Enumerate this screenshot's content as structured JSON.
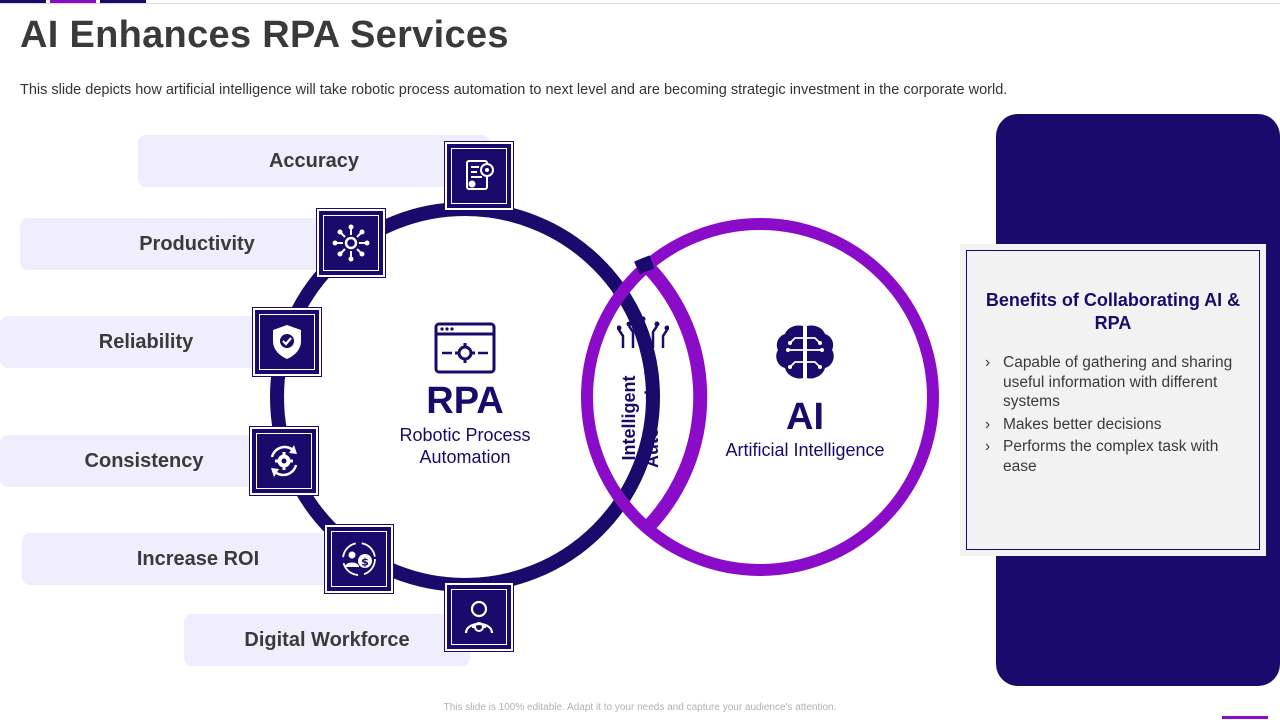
{
  "header": {
    "title": "AI Enhances RPA Services",
    "subtitle": "This slide depicts how artificial intelligence will take robotic process automation to next level and are becoming strategic investment in the corporate world."
  },
  "benefits_list": [
    {
      "label": "Accuracy",
      "icon": "accuracy-document-icon"
    },
    {
      "label": "Productivity",
      "icon": "network-gear-icon"
    },
    {
      "label": "Reliability",
      "icon": "shield-check-icon"
    },
    {
      "label": "Consistency",
      "icon": "refresh-gear-icon"
    },
    {
      "label": "Increase ROI",
      "icon": "people-dollar-icon"
    },
    {
      "label": "Digital Workforce",
      "icon": "robot-worker-icon"
    }
  ],
  "venn": {
    "rpa": {
      "abbr": "RPA",
      "full": "Robotic Process Automation",
      "icon": "browser-gear-icon"
    },
    "ai": {
      "abbr": "AI",
      "full": "Artificial Intelligence",
      "icon": "brain-circuit-icon"
    },
    "overlap": {
      "label": "Intelligent Automation",
      "icon": "circuit-icon"
    }
  },
  "card": {
    "title": "Benefits of Collaborating AI & RPA",
    "points": [
      "Capable of gathering and sharing useful information with different systems",
      "Makes better decisions",
      "Performs the complex task with ease"
    ]
  },
  "footer": {
    "note": "This slide is 100% editable. Adapt it to your needs and capture your audience's attention."
  },
  "colors": {
    "navy": "#1a0a6b",
    "purple": "#8a0cc9",
    "pill_bg": "#f0eefc",
    "card_bg": "#f2f2f2"
  }
}
